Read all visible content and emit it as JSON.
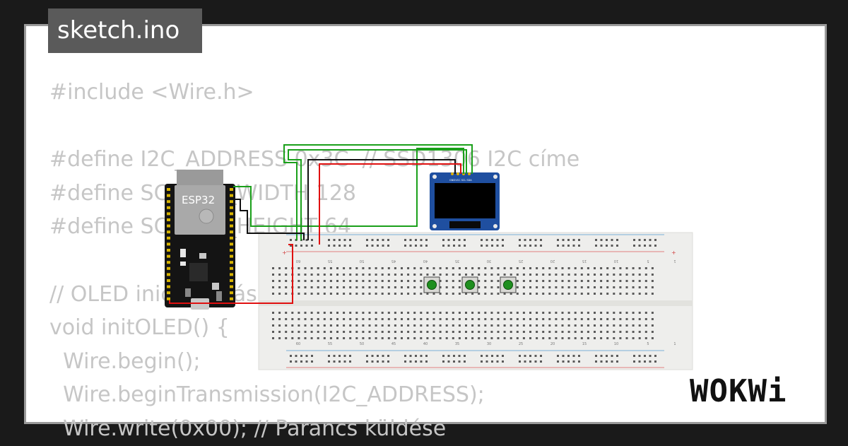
{
  "file": {
    "name": "sketch.ino"
  },
  "code_lines": [
    "#include <Wire.h>",
    "",
    "#define I2C_ADDRESS 0x3C  // SSD1306 I2C címe",
    "#define SCREEN_WIDTH 128",
    "#define SCREEN_HEIGHT 64",
    "",
    "// OLED inicializálása",
    "void initOLED() {",
    "  Wire.begin();",
    "  Wire.beginTransmission(I2C_ADDRESS);",
    "  Wire.write(0x00); // Parancs küldése"
  ],
  "board": {
    "label": "ESP32"
  },
  "oled": {
    "pin_labels": [
      "GND",
      "VCC",
      "SCL",
      "SDA"
    ]
  },
  "breadboard": {
    "column_numbers": [
      "60",
      "55",
      "50",
      "45",
      "40",
      "35",
      "30",
      "25",
      "20",
      "15",
      "10",
      "5",
      "1"
    ]
  },
  "brand": {
    "logo_text": "WOKWi"
  },
  "colors": {
    "wire_green": "#1aa01a",
    "wire_black": "#111111",
    "wire_red": "#e01010",
    "button_green": "#1f8f1f"
  }
}
